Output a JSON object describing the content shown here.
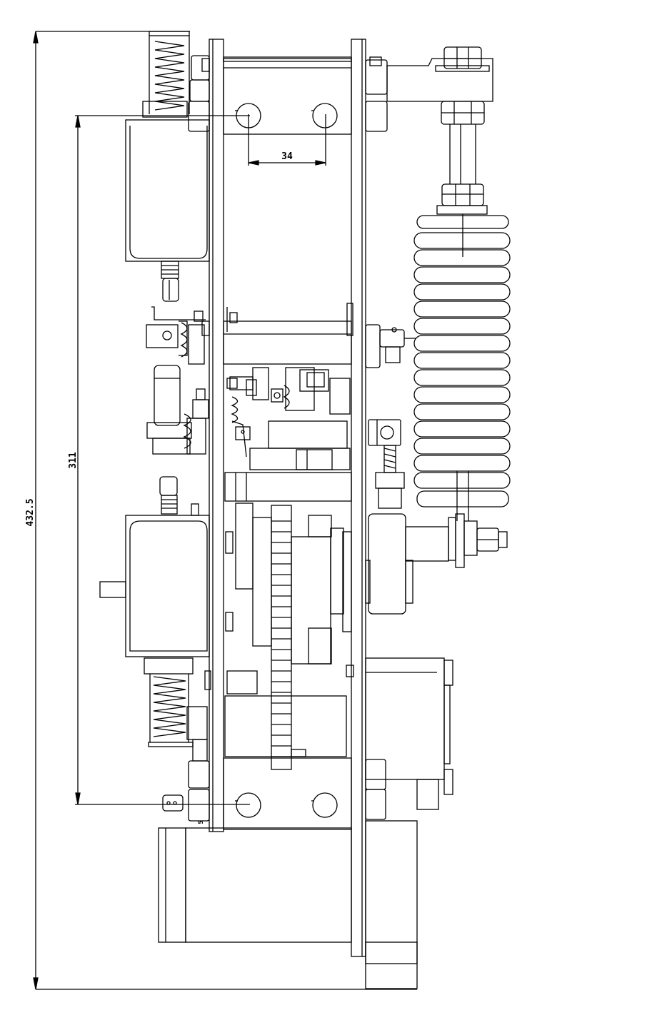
{
  "dimensions": {
    "overall_height": "432.5",
    "mount_spacing": "311",
    "hole_spacing": "34"
  },
  "labels": {
    "small_mark": "5"
  },
  "colors": {
    "line": "#000000",
    "background": "#ffffff"
  }
}
